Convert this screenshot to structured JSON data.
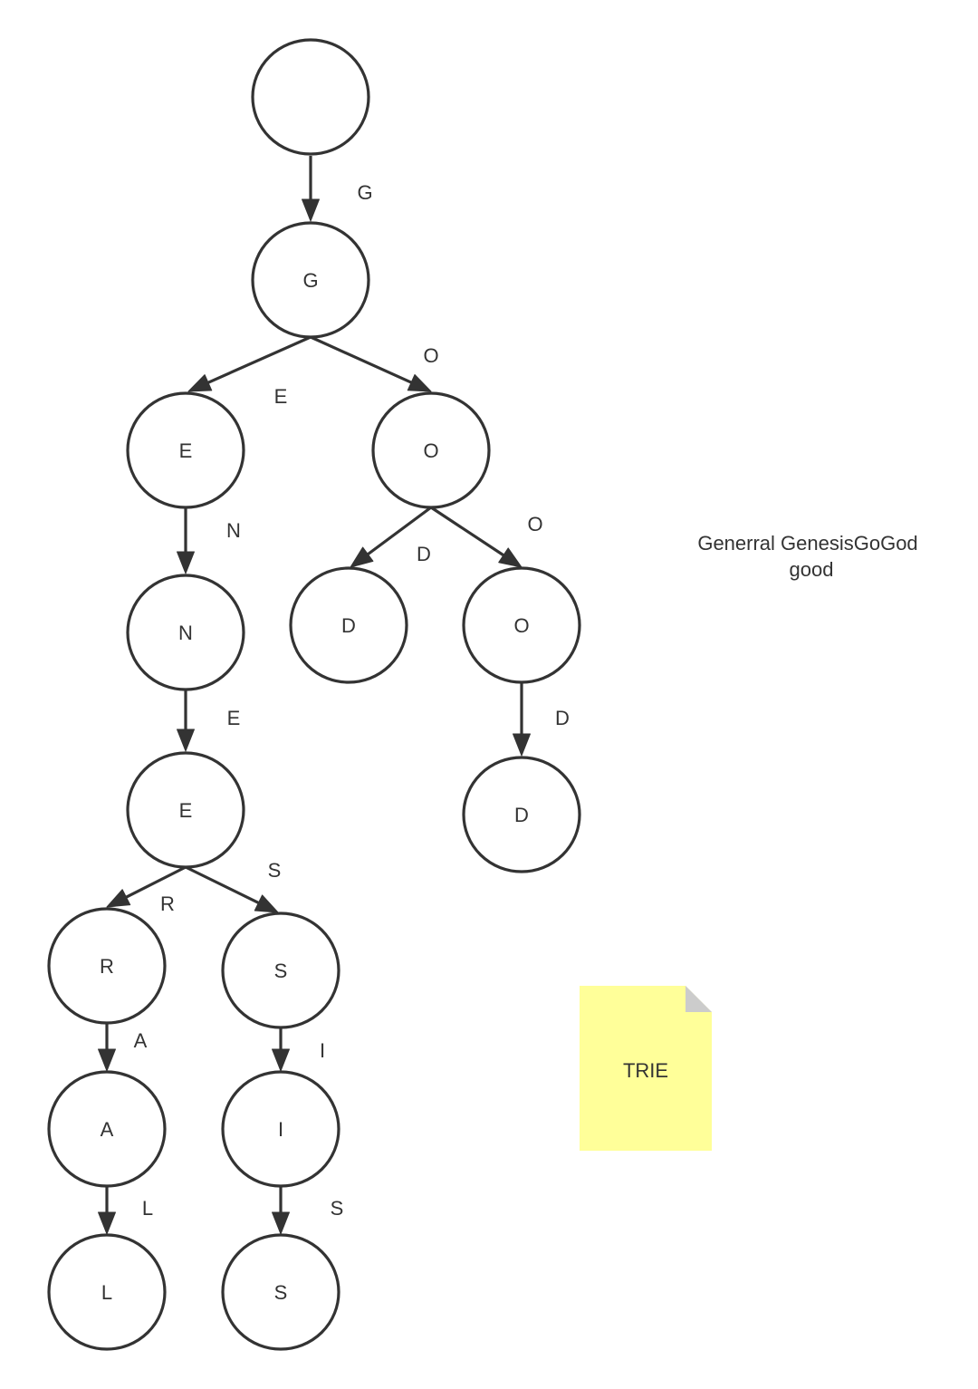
{
  "diagram": {
    "type": "trie",
    "nodes": [
      {
        "id": "root",
        "label": ""
      },
      {
        "id": "g",
        "label": "G"
      },
      {
        "id": "e1",
        "label": "E"
      },
      {
        "id": "o1",
        "label": "O"
      },
      {
        "id": "n",
        "label": "N"
      },
      {
        "id": "d1",
        "label": "D"
      },
      {
        "id": "o2",
        "label": "O"
      },
      {
        "id": "e2",
        "label": "E"
      },
      {
        "id": "d2",
        "label": "D"
      },
      {
        "id": "r",
        "label": "R"
      },
      {
        "id": "s1",
        "label": "S"
      },
      {
        "id": "a",
        "label": "A"
      },
      {
        "id": "i",
        "label": "I"
      },
      {
        "id": "l",
        "label": "L"
      },
      {
        "id": "s2",
        "label": "S"
      }
    ],
    "edges": [
      {
        "from": "root",
        "to": "g",
        "label": "G"
      },
      {
        "from": "g",
        "to": "e1",
        "label": "E"
      },
      {
        "from": "g",
        "to": "o1",
        "label": "O"
      },
      {
        "from": "e1",
        "to": "n",
        "label": "N"
      },
      {
        "from": "o1",
        "to": "d1",
        "label": "D"
      },
      {
        "from": "o1",
        "to": "o2",
        "label": "O"
      },
      {
        "from": "n",
        "to": "e2",
        "label": "E"
      },
      {
        "from": "o2",
        "to": "d2",
        "label": "D"
      },
      {
        "from": "e2",
        "to": "r",
        "label": "R"
      },
      {
        "from": "e2",
        "to": "s1",
        "label": "S"
      },
      {
        "from": "r",
        "to": "a",
        "label": "A"
      },
      {
        "from": "s1",
        "to": "i",
        "label": "I"
      },
      {
        "from": "a",
        "to": "l",
        "label": "L"
      },
      {
        "from": "i",
        "to": "s2",
        "label": "S"
      }
    ]
  },
  "words_note": {
    "line1": "Generral GenesisGoGod",
    "line2": "good"
  },
  "sticky_note": {
    "text": "TRIE",
    "color": "#ffff99"
  }
}
